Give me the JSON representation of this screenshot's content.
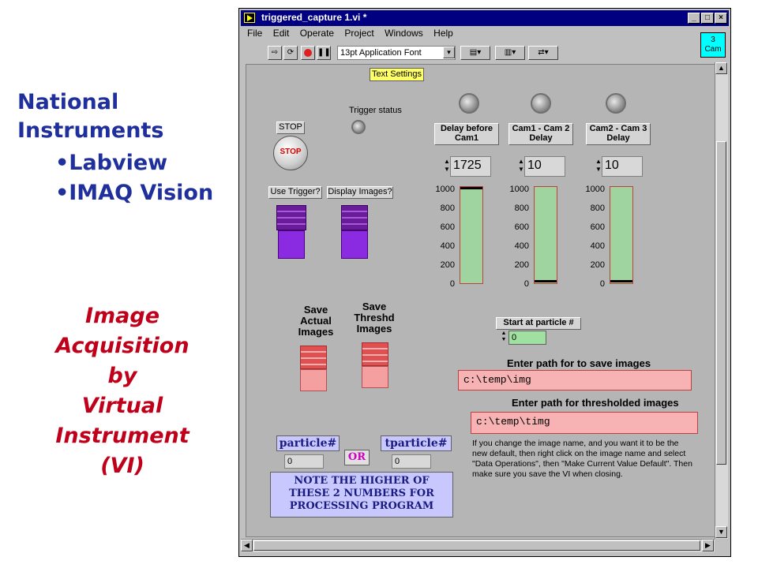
{
  "slide": {
    "title_line1": "National",
    "title_line2": "Instruments",
    "bullets": [
      "•Labview",
      "•IMAQ Vision"
    ],
    "caption": [
      "Image",
      "Acquisition",
      "by",
      "Virtual",
      "Instrument",
      "(VI)"
    ]
  },
  "window": {
    "title": "triggered_capture 1.vi *",
    "controls": [
      "_",
      "□",
      "×"
    ]
  },
  "menu": [
    "File",
    "Edit",
    "Operate",
    "Project",
    "Windows",
    "Help"
  ],
  "toolbar": {
    "font_select": "13pt Application Font",
    "cam_icon_line1": "3",
    "cam_icon_line2": "Cam"
  },
  "panel": {
    "text_settings": "Text Settings",
    "trigger_status": "Trigger status",
    "stop_label": "STOP",
    "stop_button": "STOP",
    "use_trigger": "Use Trigger?",
    "display_images": "Display Images?",
    "delay_cam1": "Delay before Cam1",
    "delay_cam12": "Cam1 - Cam 2 Delay",
    "delay_cam23": "Cam2 - Cam 3 Delay",
    "value_cam1": "1725",
    "value_cam12": "10",
    "value_cam23": "10",
    "ticks": [
      "1000",
      "800",
      "600",
      "400",
      "200",
      "0"
    ],
    "tank_levels": [
      1000,
      10,
      10
    ],
    "save_actual": [
      "Save",
      "Actual",
      "Images"
    ],
    "save_threshd": [
      "Save",
      "Threshd",
      "Images"
    ],
    "start_particle_label": "Start at particle #",
    "start_particle_value": "0",
    "enter_path_save": "Enter path for to save images",
    "path_save": "c:\\temp\\img",
    "enter_path_thresh": "Enter path for thresholded images",
    "path_thresh": "c:\\temp\\timg",
    "info_text": "If you change the image name, and you want it to be the new default, then right click on the image name and select \"Data Operations\", then \"Make Current Value Default\".  Then make sure you save the VI when closing.",
    "particle_label": "particle#",
    "particle_value": "0",
    "or_label": "OR",
    "tparticle_label": "tparticle#",
    "tparticle_value": "0",
    "note": [
      "NOTE THE HIGHER OF",
      "THESE 2 NUMBERS FOR",
      "PROCESSING PROGRAM"
    ]
  },
  "colors": {
    "title_blue": "#1f2f9c",
    "caption_red": "#c0001a",
    "window_title_bar": "#000080"
  }
}
